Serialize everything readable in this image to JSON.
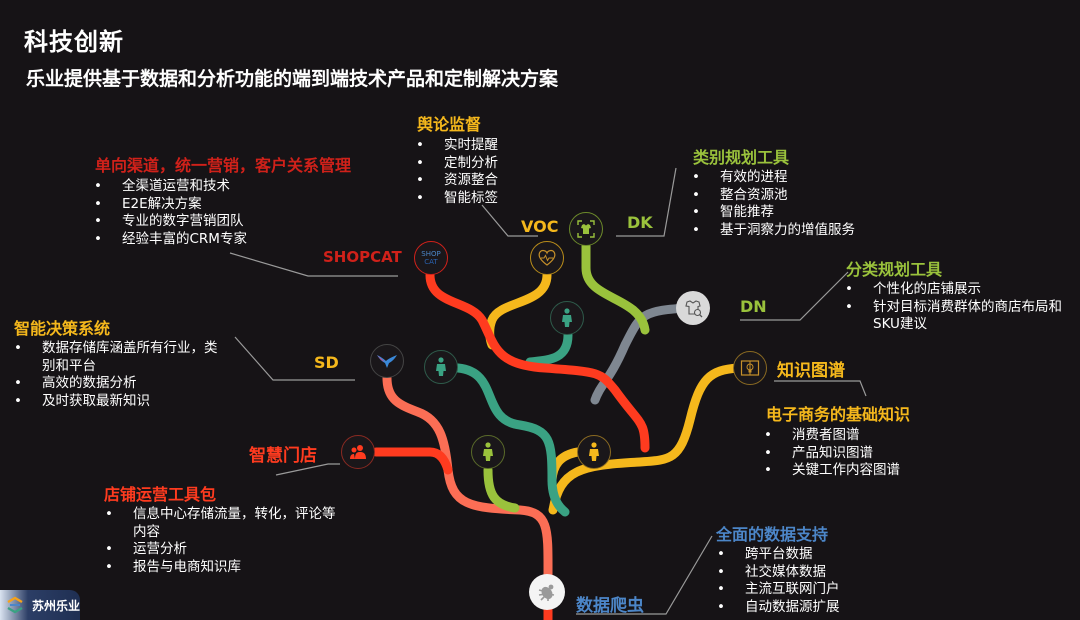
{
  "header": {
    "title": "科技创新",
    "subtitle": "乐业提供基于数据和分析功能的端到端技术产品和定制解决方案"
  },
  "colors": {
    "background": "#161316",
    "red": "#ff3b1f",
    "salmon": "#fb6e55",
    "yellow": "#f5b81c",
    "green": "#9ac23c",
    "teal": "#3aa283",
    "gray": "#7f8791",
    "blue": "#4c86c8",
    "dark_red_heading": "#d0211a"
  },
  "nodes": {
    "shopcat": {
      "tag": "SHOPCAT",
      "icon": "shopcat-logo-icon",
      "icon_text_top": "SHOP",
      "icon_text_bottom": "CAT"
    },
    "voc": {
      "tag": "VOC",
      "icon": "heart-pulse-icon"
    },
    "dk": {
      "tag": "DK",
      "icon": "tshirt-scan-icon"
    },
    "dn": {
      "tag": "DN",
      "icon": "tshirt-search-icon"
    },
    "sd": {
      "tag": "SD",
      "icon": "sd-bird-logo-icon"
    },
    "knowledge_graph": {
      "tag": "知识图谱",
      "icon": "book-bulb-icon"
    },
    "smart_store": {
      "tag": "智慧门店",
      "icon": "people-group-icon"
    },
    "crawler": {
      "tag": "数据爬虫",
      "icon": "bug-icon"
    },
    "person_icons": [
      "person-teal-icon",
      "person-green-icon",
      "person-yellow-icon",
      "person-mint-icon"
    ]
  },
  "sections": {
    "crm": {
      "heading": "单向渠道，统一营销，客户关系管理",
      "items": [
        "全渠道运营和技术",
        "E2E解决方案",
        "专业的数字营销团队",
        "经验丰富的CRM专家"
      ]
    },
    "opinion": {
      "heading": "舆论监督",
      "items": [
        "实时提醒",
        "定制分析",
        "资源整合",
        "智能标签"
      ]
    },
    "category_tool": {
      "heading": "类别规划工具",
      "items": [
        "有效的进程",
        "整合资源池",
        "智能推荐",
        "基于洞察力的增值服务"
      ]
    },
    "classification_tool": {
      "heading": "分类规划工具",
      "items": [
        "个性化的店铺展示",
        "针对目标消费群体的商店布局和SKU建议"
      ]
    },
    "decision_system": {
      "heading": "智能决策系统",
      "items": [
        "数据存储库涵盖所有行业，类别和平台",
        "高效的数据分析",
        "及时获取最新知识"
      ]
    },
    "ecommerce_knowledge": {
      "heading": "电子商务的基础知识",
      "items": [
        "消费者图谱",
        "产品知识图谱",
        "关键工作内容图谱"
      ]
    },
    "store_toolkit": {
      "heading": "店铺运营工具包",
      "items": [
        "信息中心存储流量，转化，评论等内容",
        "运营分析",
        "报告与电商知识库"
      ]
    },
    "data_support": {
      "heading": "全面的数据支持",
      "items": [
        "跨平台数据",
        "社交媒体数据",
        "主流互联网门户",
        "自动数据源扩展"
      ]
    }
  },
  "footer": {
    "logo_text": "苏州乐业"
  }
}
